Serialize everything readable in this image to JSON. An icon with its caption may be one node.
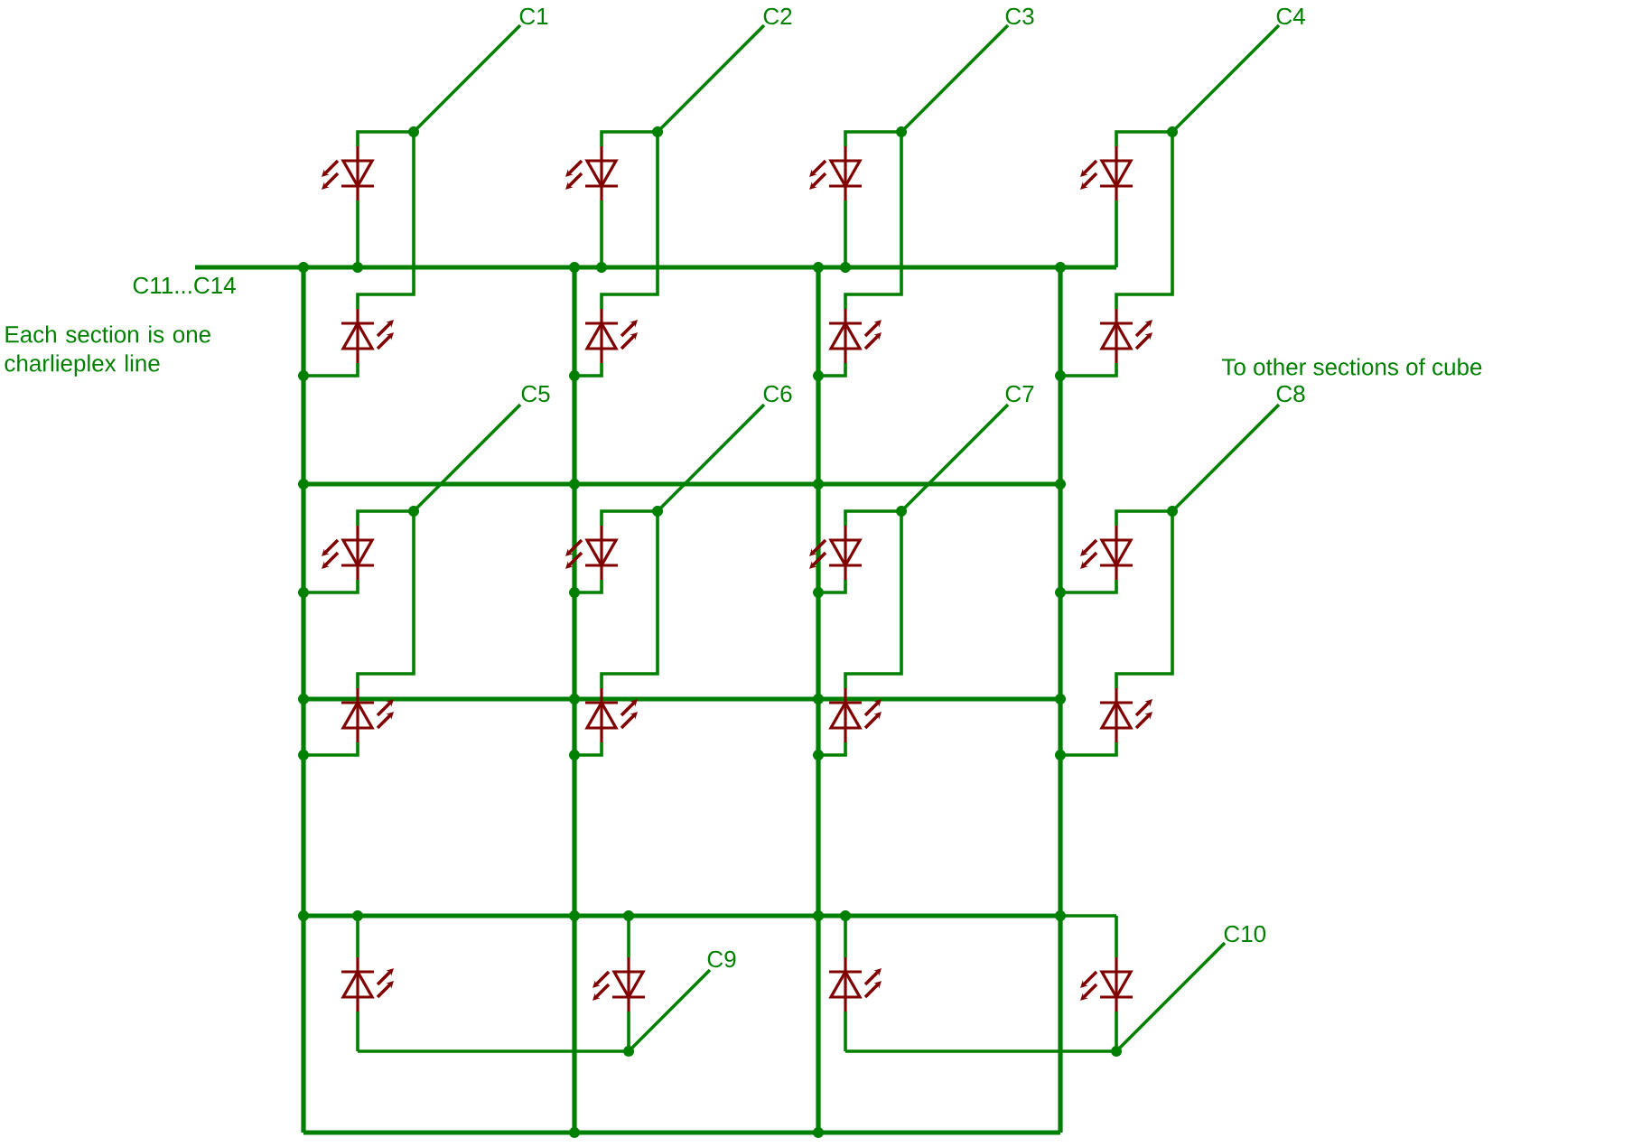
{
  "diagram": {
    "labels": [
      "C1",
      "C2",
      "C3",
      "C4",
      "C11...C14",
      "Each section is one charlieplex line",
      "To other sections of cube",
      "C5",
      "C6",
      "C7",
      "C8",
      "C10",
      "C9"
    ]
  }
}
